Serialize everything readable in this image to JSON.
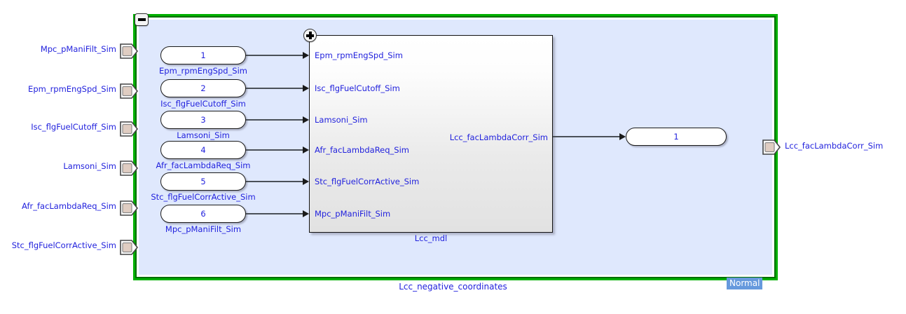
{
  "diagram": {
    "title": "Lcc_negative_coordinates",
    "simulation_mode_badge": "Normal",
    "collapse_icon": "minus-icon",
    "expand_icon": "plus-icon",
    "accent_green": "#00b000",
    "canvas_blue": "#dfe8fd",
    "label_blue": "#2222dd",
    "wire_gray": "#4a5058",
    "port_fill": "#e0cdc2"
  },
  "external_inputs": [
    {
      "label": "Mpc_pManiFilt_Sim",
      "icon": "inport-icon"
    },
    {
      "label": "Epm_rpmEngSpd_Sim",
      "icon": "inport-icon"
    },
    {
      "label": "Isc_flgFuelCutoff_Sim",
      "icon": "inport-icon"
    },
    {
      "label": "Lamsoni_Sim",
      "icon": "inport-icon"
    },
    {
      "label": "Afr_facLambdaReq_Sim",
      "icon": "inport-icon"
    },
    {
      "label": "Stc_flgFuelCorrActive_Sim",
      "icon": "inport-icon"
    }
  ],
  "external_outputs": [
    {
      "label": "Lcc_facLambdaCorr_Sim",
      "icon": "outport-icon"
    }
  ],
  "inport_blocks": [
    {
      "number": "1",
      "label": "Epm_rpmEngSpd_Sim"
    },
    {
      "number": "2",
      "label": "Isc_flgFuelCutoff_Sim"
    },
    {
      "number": "3",
      "label": "Lamsoni_Sim"
    },
    {
      "number": "4",
      "label": "Afr_facLambdaReq_Sim"
    },
    {
      "number": "5",
      "label": "Stc_flgFuelCorrActive_Sim"
    },
    {
      "number": "6",
      "label": "Mpc_pManiFilt_Sim"
    }
  ],
  "model_block": {
    "name": "Lcc_mdl",
    "inputs": [
      "Epm_rpmEngSpd_Sim",
      "Isc_flgFuelCutoff_Sim",
      "Lamsoni_Sim",
      "Afr_facLambdaReq_Sim",
      "Stc_flgFuelCorrActive_Sim",
      "Mpc_pManiFilt_Sim"
    ],
    "outputs": [
      "Lcc_facLambdaCorr_Sim"
    ]
  },
  "outport_blocks": [
    {
      "number": "1"
    }
  ]
}
